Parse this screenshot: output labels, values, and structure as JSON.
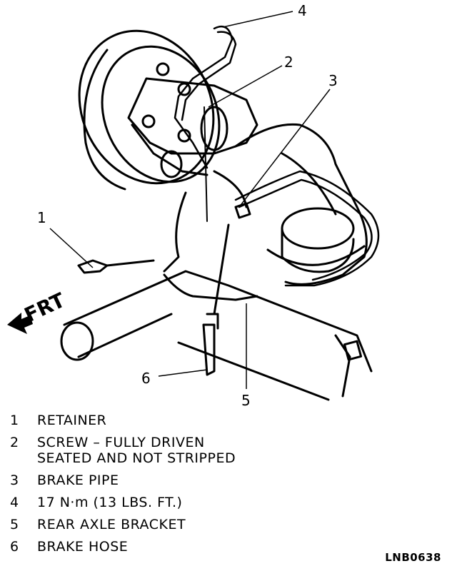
{
  "diagram": {
    "direction_label": "FRT",
    "callouts": [
      {
        "number": "1"
      },
      {
        "number": "2"
      },
      {
        "number": "3"
      },
      {
        "number": "4"
      },
      {
        "number": "5"
      },
      {
        "number": "6"
      }
    ]
  },
  "legend": {
    "items": [
      {
        "number": "1",
        "text": "RETAINER"
      },
      {
        "number": "2",
        "text": "SCREW – FULLY DRIVEN\nSEATED AND NOT STRIPPED"
      },
      {
        "number": "3",
        "text": "BRAKE PIPE"
      },
      {
        "number": "4",
        "text": "17 N·m (13 LBS. FT.)"
      },
      {
        "number": "5",
        "text": "REAR AXLE BRACKET"
      },
      {
        "number": "6",
        "text": "BRAKE HOSE"
      }
    ]
  },
  "figure_code": "LNB0638"
}
